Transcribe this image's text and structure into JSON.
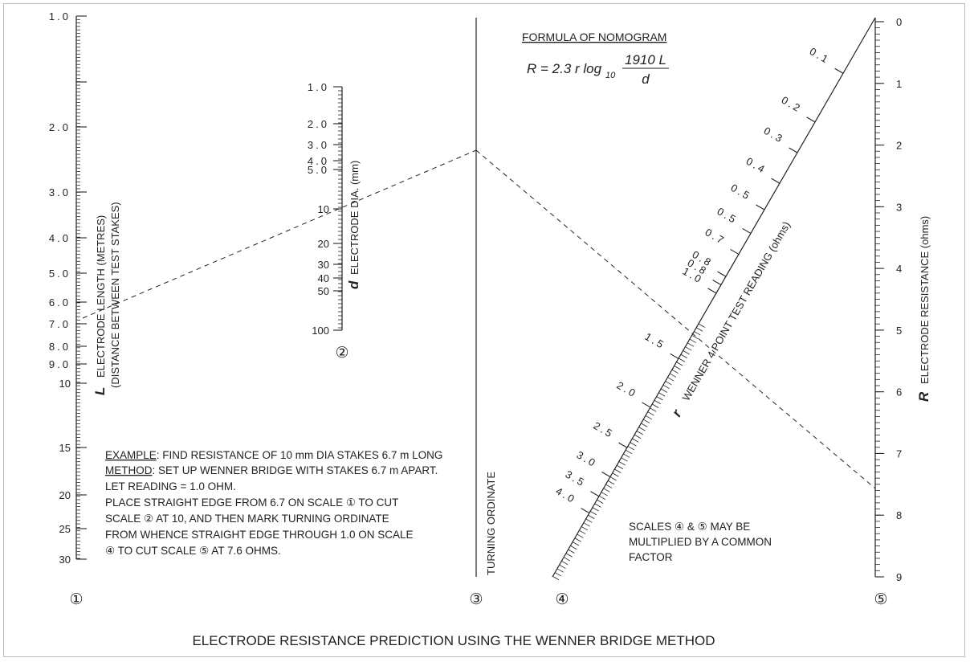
{
  "caption": "ELECTRODE RESISTANCE PREDICTION USING THE WENNER BRIDGE METHOD",
  "formula": {
    "heading": "FORMULA OF NOMOGRAM",
    "lhs": "R = 2.3 r log",
    "subscript": "10",
    "numerator": "1910 L",
    "denominator": "d"
  },
  "scale1": {
    "number": "①",
    "symbol": "L",
    "label_line1": "ELECTRODE LENGTH (METRES)",
    "label_line2": "(DISTANCE BETWEEN TEST STAKES)",
    "ticks": [
      "1.0",
      "2.0",
      "3.0",
      "4.0",
      "5.0",
      "6.0",
      "7.0",
      "8.0",
      "9.0",
      "10",
      "15",
      "20",
      "25",
      "30"
    ]
  },
  "scale2": {
    "number": "②",
    "symbol": "d",
    "label": "ELECTRODE DIA. (mm)",
    "ticks": [
      "1.0",
      "2.0",
      "3.0",
      "4.0",
      "5.0",
      "10",
      "20",
      "30",
      "40",
      "50",
      "100"
    ]
  },
  "scale3": {
    "number": "③",
    "label": "TURNING ORDINATE"
  },
  "scale4": {
    "number": "④",
    "symbol": "r",
    "label": "WENNER 4 POINT TEST READING (ohms)",
    "ticks": [
      "0.1",
      "0.2",
      "0.3",
      "0.4",
      "0.5",
      "0.5",
      "0.7",
      "0.8",
      "0.8",
      "1.0",
      "1.5",
      "2.0",
      "2.5",
      "3.0",
      "3.5",
      "4.0"
    ]
  },
  "scale5": {
    "number": "⑤",
    "symbol": "R",
    "label": "ELECTRODE RESISTANCE (ohms)",
    "ticks": [
      "0",
      "1",
      "2",
      "3",
      "4",
      "5",
      "6",
      "7",
      "8",
      "9"
    ]
  },
  "example": {
    "label1": "EXAMPLE",
    "line1": ": FIND RESISTANCE OF 10 mm DIA STAKES 6.7 m LONG",
    "label2": "METHOD",
    "line2": ": SET UP WENNER BRIDGE WITH STAKES 6.7 m APART.",
    "line3": "LET READING = 1.0 OHM.",
    "line4": "PLACE STRAIGHT EDGE FROM 6.7 ON SCALE ① TO CUT",
    "line5": "SCALE ② AT 10, AND THEN MARK TURNING ORDINATE",
    "line6": "FROM WHENCE STRAIGHT EDGE THROUGH 1.0 ON SCALE",
    "line7": "④ TO CUT SCALE ⑤ AT 7.6 OHMS."
  },
  "note": {
    "line1": "SCALES ④ & ⑤ MAY BE",
    "line2": "MULTIPLIED BY A COMMON",
    "line3": "FACTOR"
  },
  "colors": {
    "ink": "#222222",
    "frame": "#bbbbbb"
  }
}
